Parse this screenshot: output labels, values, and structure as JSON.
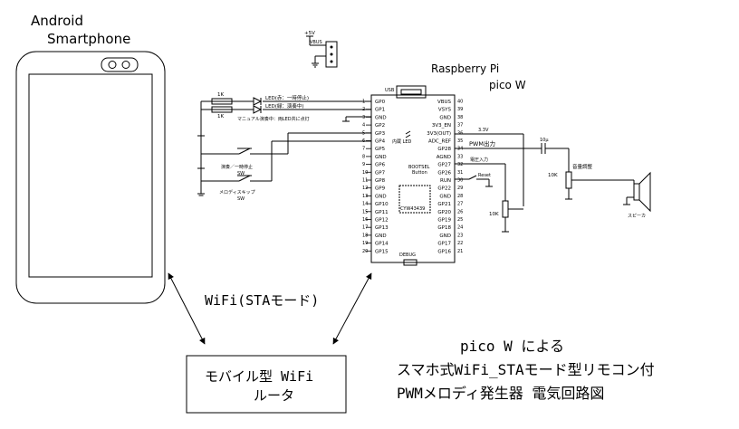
{
  "phone": {
    "title_line1": "Android",
    "title_line2": "Smartphone"
  },
  "link_label": "WiFi(STAモード)",
  "router": {
    "line1": "モバイル型 WiFi",
    "line2": "ルータ"
  },
  "caption": {
    "line1": "pico W による",
    "line2": "スマホ式WiFi_STAモード型リモコン付",
    "line3": "PWMメロディ発生器 電気回路図"
  },
  "board": {
    "name_line1": "Raspberry Pi",
    "name_line2": "pico W",
    "usb_label": "USB",
    "module_label": "CYW43439",
    "led_label": "内蔵 LED",
    "bootsel_line1": "BOOTSEL",
    "bootsel_line2": "Button",
    "debug_label": "DEBUG",
    "left_pins": [
      {
        "name": "GP0",
        "num": "1"
      },
      {
        "name": "GP1",
        "num": "2"
      },
      {
        "name": "GND",
        "num": "3"
      },
      {
        "name": "GP2",
        "num": "4"
      },
      {
        "name": "GP3",
        "num": "5"
      },
      {
        "name": "GP4",
        "num": "6"
      },
      {
        "name": "GP5",
        "num": "7"
      },
      {
        "name": "GND",
        "num": "8"
      },
      {
        "name": "GP6",
        "num": "9"
      },
      {
        "name": "GP7",
        "num": "10"
      },
      {
        "name": "GP8",
        "num": "11"
      },
      {
        "name": "GP9",
        "num": "12"
      },
      {
        "name": "GND",
        "num": "13"
      },
      {
        "name": "GP10",
        "num": "14"
      },
      {
        "name": "GP11",
        "num": "15"
      },
      {
        "name": "GP12",
        "num": "16"
      },
      {
        "name": "GP13",
        "num": "17"
      },
      {
        "name": "GND",
        "num": "18"
      },
      {
        "name": "GP14",
        "num": "19"
      },
      {
        "name": "GP15",
        "num": "20"
      }
    ],
    "right_pins": [
      {
        "name": "VBUS",
        "num": "40"
      },
      {
        "name": "VSYS",
        "num": "39"
      },
      {
        "name": "GND",
        "num": "38"
      },
      {
        "name": "3V3_EN",
        "num": "37"
      },
      {
        "name": "3V3(OUT)",
        "num": "36"
      },
      {
        "name": "ADC_REF",
        "num": "35"
      },
      {
        "name": "GP28",
        "num": "34"
      },
      {
        "name": "AGND",
        "num": "33"
      },
      {
        "name": "GP27",
        "num": "32"
      },
      {
        "name": "GP26",
        "num": "31"
      },
      {
        "name": "RUN",
        "num": "30"
      },
      {
        "name": "GP22",
        "num": "29"
      },
      {
        "name": "GND",
        "num": "28"
      },
      {
        "name": "GP21",
        "num": "27"
      },
      {
        "name": "GP20",
        "num": "26"
      },
      {
        "name": "GP19",
        "num": "25"
      },
      {
        "name": "GP18",
        "num": "24"
      },
      {
        "name": "GND",
        "num": "23"
      },
      {
        "name": "GP17",
        "num": "22"
      },
      {
        "name": "GP16",
        "num": "21"
      }
    ]
  },
  "power": {
    "v5_label": "+5V",
    "vbus_label": "VBUS"
  },
  "left_circuit": {
    "r1_label": "1K",
    "r2_label": "1K",
    "led_red_label": "LED(赤：一時停止)",
    "led_green_label": "LED(緑：演奏中)",
    "led_note": "マニュアル演奏中：両LED共に点灯",
    "sw1_line1": "演奏／一時停止",
    "sw1_line2": "SW",
    "sw2_line1": "メロディスキップ",
    "sw2_line2": "SW"
  },
  "right_circuit": {
    "v33_label": "3.3V",
    "pwm_label": "PWM出力",
    "cap_label": "10μ",
    "vol_label": "音量調整",
    "vol_r_label": "10K",
    "volt_in_label": "電圧入力",
    "reset_label": "Reset",
    "pot_label": "10K",
    "speaker_label": "スピーカ"
  }
}
